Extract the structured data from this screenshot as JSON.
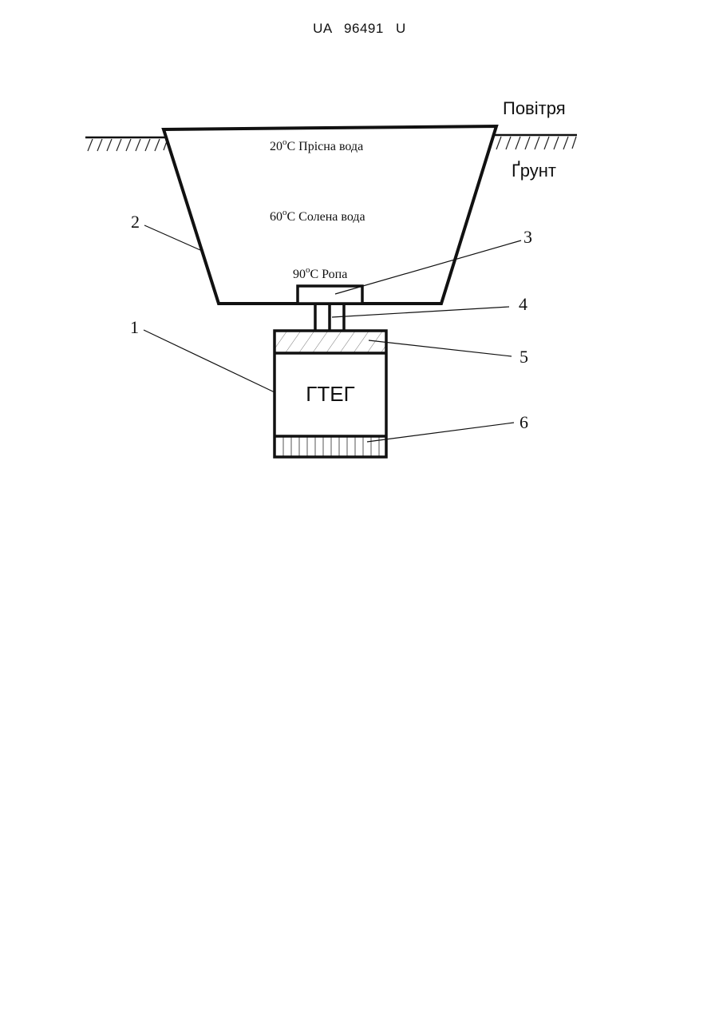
{
  "header": {
    "doc_id": "UA   96491   U"
  },
  "diagram": {
    "air_label": "Повітря",
    "ground_label": "Ґрунт",
    "layers": {
      "top": {
        "temp": "20",
        "deg": "o",
        "unit": "C",
        "text": "Прісна вода"
      },
      "middle": {
        "temp": "60",
        "deg": "o",
        "unit": "C",
        "text": "Солена вода"
      },
      "bottom": {
        "temp": "90",
        "deg": "o",
        "unit": "C",
        "text": "Ропа"
      }
    },
    "generator_label": "ГТЕГ",
    "callouts": [
      "1",
      "2",
      "3",
      "4",
      "5",
      "6"
    ]
  }
}
